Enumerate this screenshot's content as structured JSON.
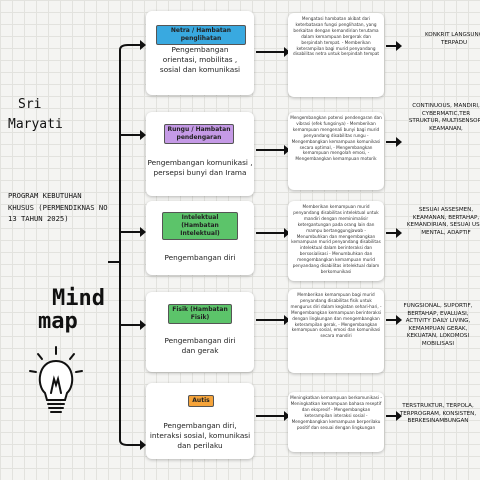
{
  "author": {
    "first": "Sri",
    "last": "Maryati"
  },
  "program": [
    "PROGRAM KEBUTUHAN",
    "KHUSUS (PERMENDIKNAS NO",
    "13 TAHUN 2025)"
  ],
  "title": {
    "line1": "Mind",
    "line2": "map"
  },
  "branches": [
    {
      "tag": "Netra / Hambatan penglihatan",
      "tag_color": "#39a9e0",
      "desc": "Pengembangan orientasi, mobilitas , sosial dan komunikasi",
      "info": "Mengatasi hambatan akibat dari keterbatasan fungsi penglihatan, yang berkaitan dengan kemandirian terutama dalam kemampuan bergerak dan berpindah tempat. - Memberikan keterampilan bagi murid penyandang disabilitas netra untuk berpindah tempat",
      "result": "KONKRIT LANGSUNG TERPADU"
    },
    {
      "tag": "Rungu / Hambatan pendengaran",
      "tag_color": "#c59ae6",
      "desc": "Pengembangan komunikasi , persepsi bunyi dan Irama",
      "info": "Mengembangkan potensi pendengaran dan vibrasi (efek fungsinya) - Memberikan kemampuan mengenali bunyi bagi murid penyandang disabilitas rungu - Mengembangkan kemampuan komunikasi secara optimal, - Mengembangkan kemampuan mengolah emosi, - Mengembangkan kemampuan motorik",
      "result": "CONTINUOUS, MANDIRI, CYBERMATIC,TER STRUKTUR, MULTISENSORI KEAMANAN,"
    },
    {
      "tag": "Intelektual (Hambatan Intelektual)",
      "tag_color": "#5cc46a",
      "desc": "Pengembangan diri",
      "info": "Memberikan kemampuan murid penyandang disabilitas intelektual untuk mandiri dengan meminimalisir ketergantungan pada orang lain dan mampu bertanggungjawab - Menumbuhkan dan mengembangkan kemampuan murid penyandang disabilitas intelektual dalam berinteraksi dan bersosialisasi - Menumbuhkan dan mengembangkan kemampuan murid penyandang disabilitas intelektual dalam berkomunikasi",
      "result": "SESUAI ASSESMEN, KEAMANAN, BERTAHAP, KEMANDIRIAN, SESUAI USIA MENTAL, ADAPTIF"
    },
    {
      "tag": "Fisik (Hambatan Fisik)",
      "tag_color": "#5cc46a",
      "desc": "Pengembangan diri dan gerak",
      "info": "Memberikan kemampuan bagi murid penyandang disabilitas fisik untuk mengurus diri dalam kegiatan sehari-hari, - Mengembangkan kemampuan berinteraksi dengan lingkungan dan mengembangkan keterampilan gerak, - Mengembangkan kemampuan sosial, emosi dan komunikasi secara mandiri",
      "result": "FUNGSIONAL, SUPORTIF, BERTAHAP, EVALUASI, ACTIVITY DAILY LIVING, KEMAMPUAN GERAK, KEKUATAN, LOKOMOSI MOBILISASI"
    },
    {
      "tag": "Autis",
      "tag_color": "#f6a43a",
      "desc": "Pengembangan diri, interaksi sosial, komunikasi dan perilaku",
      "info": "Meningkatkan kemampuan berkomunikasi - Meningkatkan kemampuan bahasa reseptif dan ekspresif - Mengembangkan keterampilan interaksi sosial - Mengembangkan kemampuan berperilaku positif dan sesuai dengan lingkungan",
      "result": "TERSTRUKTUR, TERPOLA, TERPROGRAM, KONSISTEN, BERKESINAMBUNGAN"
    }
  ]
}
